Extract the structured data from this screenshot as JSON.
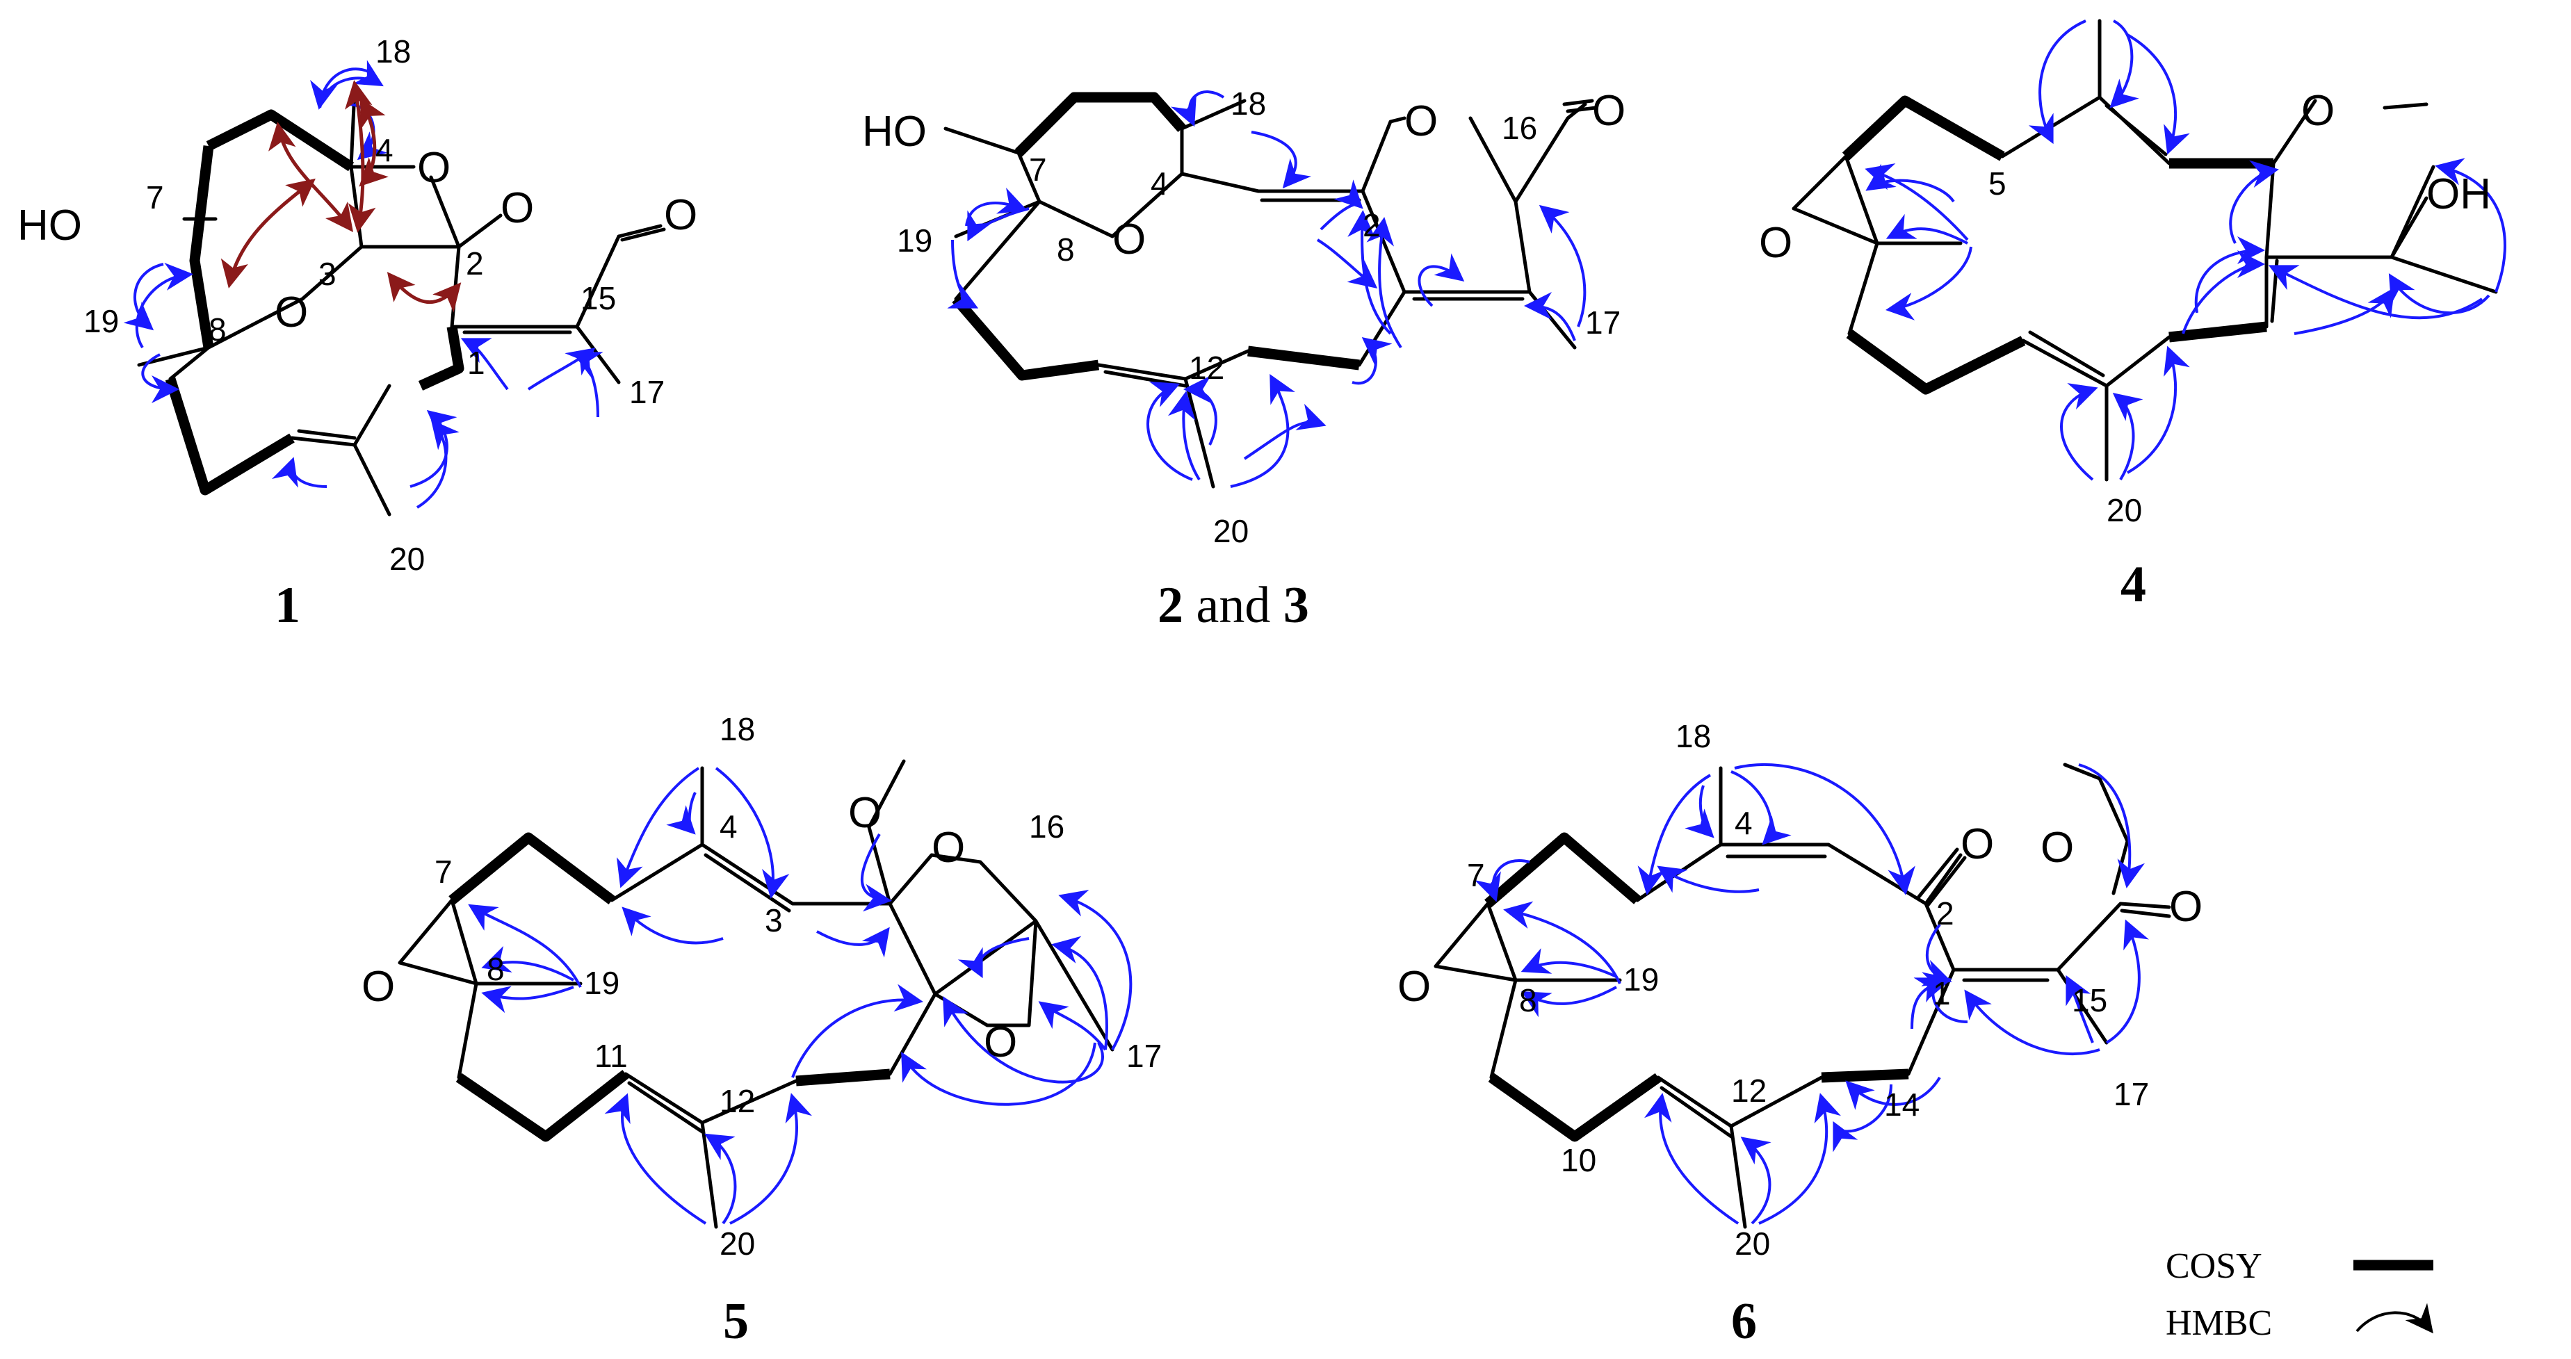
{
  "compounds": [
    {
      "caption": "1",
      "labels": [
        "18",
        "4",
        "7",
        "2",
        "3",
        "8",
        "15",
        "19",
        "1",
        "17",
        "20"
      ],
      "atoms": [
        "HO",
        "O",
        "O",
        "O",
        "O"
      ]
    },
    {
      "caption_bold_1": "2",
      "caption_mid": " and ",
      "caption_bold_2": "3",
      "labels": [
        "18",
        "16",
        "7",
        "4",
        "2",
        "19",
        "8",
        "12",
        "17",
        "20"
      ],
      "atoms": [
        "HO",
        "O",
        "O",
        "O"
      ]
    },
    {
      "caption": "4",
      "labels": [
        "5",
        "20"
      ],
      "atoms": [
        "O",
        "O",
        "OH"
      ]
    },
    {
      "caption": "5",
      "labels": [
        "18",
        "4",
        "16",
        "7",
        "3",
        "8",
        "19",
        "11",
        "12",
        "17",
        "20"
      ],
      "atoms": [
        "O",
        "O",
        "O",
        "O"
      ]
    },
    {
      "caption": "6",
      "labels": [
        "18",
        "4",
        "7",
        "2",
        "1",
        "15",
        "8",
        "19",
        "12",
        "14",
        "17",
        "10",
        "20"
      ],
      "atoms": [
        "O",
        "O",
        "O",
        "O"
      ]
    }
  ],
  "legend": {
    "cosy_label": "COSY",
    "hmbc_label": "HMBC"
  },
  "colors": {
    "hmbc_arrow": "#1a1aff",
    "key_hmbc_arrow": "#8b1a1a",
    "bonds": "#000000"
  }
}
